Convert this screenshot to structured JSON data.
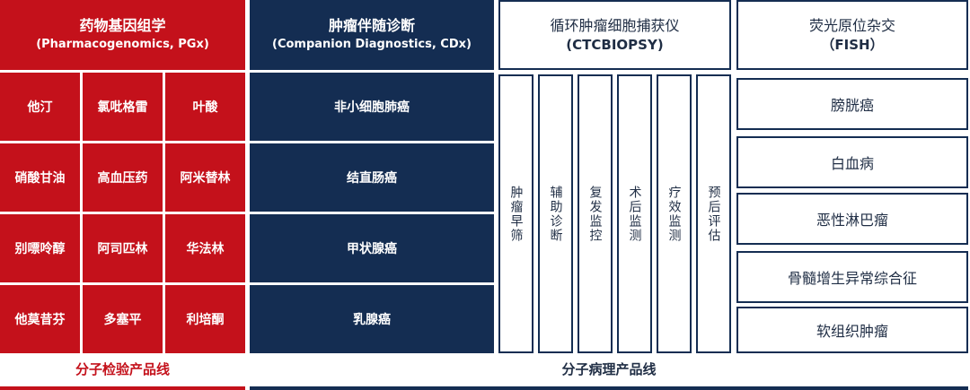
{
  "pgx": {
    "title": "药物基因组学",
    "subtitle": "(Pharmacogenomics, PGx)",
    "grid": [
      [
        "他汀",
        "氯吡格雷",
        "叶酸"
      ],
      [
        "硝酸甘油",
        "高血压药",
        "阿米替林"
      ],
      [
        "别嘌呤醇",
        "阿司匹林",
        "华法林"
      ],
      [
        "他莫昔芬",
        "多塞平",
        "利培酮"
      ]
    ],
    "footer": "分子检验产品线"
  },
  "cdx": {
    "title": "肿瘤伴随诊断",
    "subtitle": "(Companion Diagnostics, CDx)",
    "items": [
      "非小细胞肺癌",
      "结直肠癌",
      "甲状腺癌",
      "乳腺癌"
    ]
  },
  "ctc": {
    "title": "循环肿瘤细胞捕获仪",
    "subtitle": "(CTCBIOPSY)",
    "items": [
      "肿瘤早筛",
      "辅助诊断",
      "复发监控",
      "术后监测",
      "疗效监测",
      "预后评估"
    ]
  },
  "fish": {
    "title": "荧光原位杂交",
    "subtitle": "（FISH）",
    "items": [
      "膀胱癌",
      "白血病",
      "恶性淋巴瘤",
      "骨髓增生异常综合征",
      "软组织肿瘤"
    ]
  },
  "pathology_footer": "分子病理产品线",
  "colors": {
    "red": "#c4111b",
    "navy": "#142d52"
  }
}
